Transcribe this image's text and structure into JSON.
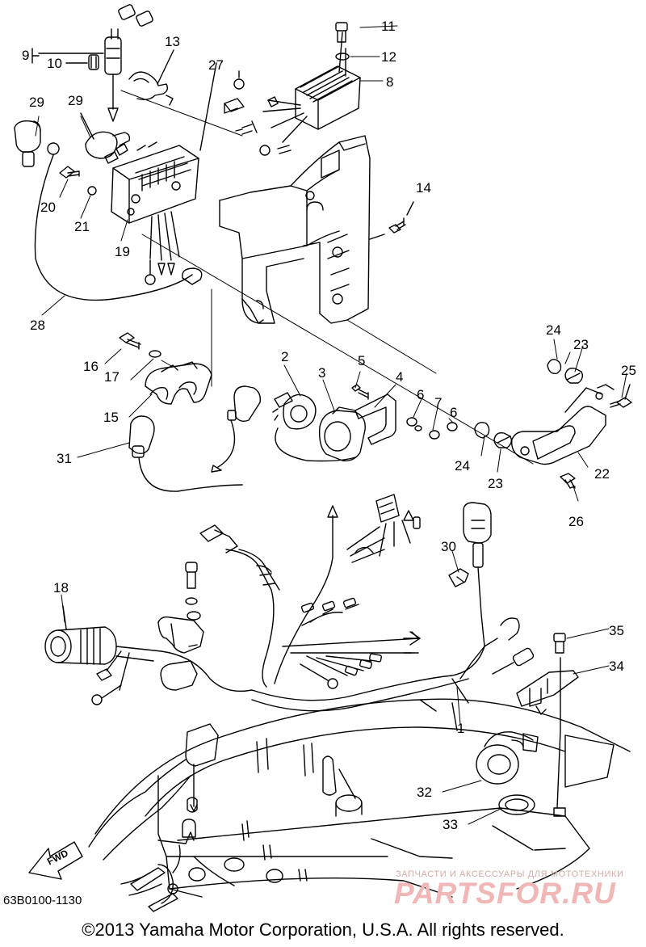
{
  "diagram": {
    "callouts": [
      {
        "id": "c9",
        "text": "9"
      },
      {
        "id": "c10",
        "text": "10"
      },
      {
        "id": "c13",
        "text": "13"
      },
      {
        "id": "c27",
        "text": "27"
      },
      {
        "id": "c11",
        "text": "11"
      },
      {
        "id": "c12",
        "text": "12"
      },
      {
        "id": "c8",
        "text": "8"
      },
      {
        "id": "c29a",
        "text": "29"
      },
      {
        "id": "c29b",
        "text": "29"
      },
      {
        "id": "c20",
        "text": "20"
      },
      {
        "id": "c21",
        "text": "21"
      },
      {
        "id": "c19",
        "text": "19"
      },
      {
        "id": "c14",
        "text": "14"
      },
      {
        "id": "c28",
        "text": "28"
      },
      {
        "id": "c16",
        "text": "16"
      },
      {
        "id": "c17",
        "text": "17"
      },
      {
        "id": "c15",
        "text": "15"
      },
      {
        "id": "c31",
        "text": "31"
      },
      {
        "id": "c2",
        "text": "2"
      },
      {
        "id": "c3",
        "text": "3"
      },
      {
        "id": "c5",
        "text": "5"
      },
      {
        "id": "c4",
        "text": "4"
      },
      {
        "id": "c6a",
        "text": "6"
      },
      {
        "id": "c7",
        "text": "7"
      },
      {
        "id": "c6b",
        "text": "6"
      },
      {
        "id": "c24a",
        "text": "24"
      },
      {
        "id": "c23a",
        "text": "23"
      },
      {
        "id": "c25",
        "text": "25"
      },
      {
        "id": "c24b",
        "text": "24"
      },
      {
        "id": "c23b",
        "text": "23"
      },
      {
        "id": "c22",
        "text": "22"
      },
      {
        "id": "c26",
        "text": "26"
      },
      {
        "id": "c30",
        "text": "30"
      },
      {
        "id": "c18",
        "text": "18"
      },
      {
        "id": "c35",
        "text": "35"
      },
      {
        "id": "c34",
        "text": "34"
      },
      {
        "id": "c1",
        "text": "1"
      },
      {
        "id": "c32",
        "text": "32"
      },
      {
        "id": "c33",
        "text": "33"
      }
    ],
    "fwd_label": "FWD",
    "diagram_code": "63B0100-1130",
    "copyright": "©2013 Yamaha Motor Corporation, U.S.A. All rights reserved."
  },
  "watermark": {
    "tagline": "ЗАПЧАСТИ И АКСЕССУАРЫ ДЛЯ МОТОТЕХНИКИ",
    "logo": "PARTSFOR.RU",
    "color": "#f1b6b6"
  },
  "colors": {
    "ink": "#000000",
    "paper": "#ffffff"
  }
}
